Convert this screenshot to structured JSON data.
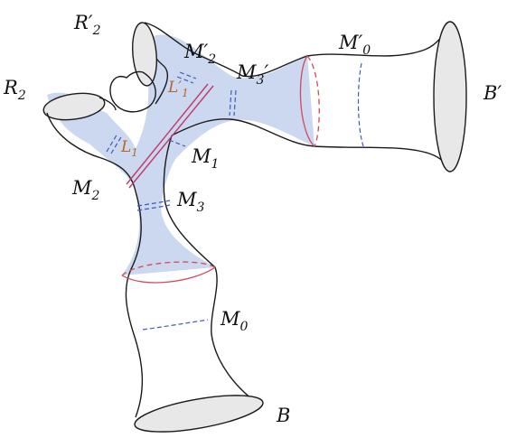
{
  "colors": {
    "shaded_region": "#c9d6ee",
    "outline": "#1a1a1a",
    "blue_cut": "#3b5bbf",
    "red_cut": "#d04a5a",
    "geodesic": "#c03a6a",
    "geodesic_label": "#b8622c",
    "boundary_fill": "#e8e8e8"
  },
  "labels": {
    "r2prime": {
      "main": "R′",
      "sub": "2"
    },
    "r2": {
      "main": "R",
      "sub": "2"
    },
    "m2prime": {
      "main": "M′",
      "sub": "2"
    },
    "m3prime": {
      "main": "M",
      "sub": "3",
      "post": "′"
    },
    "m0prime": {
      "main": "M′",
      "sub": "0"
    },
    "bprime": {
      "main": "B′"
    },
    "l1prime": {
      "main": "L′",
      "sub": "1"
    },
    "l1": {
      "main": "L",
      "sub": "1"
    },
    "m1": {
      "main": "M",
      "sub": "1"
    },
    "m2": {
      "main": "M",
      "sub": "2"
    },
    "m3": {
      "main": "M",
      "sub": "3"
    },
    "m0": {
      "main": "M",
      "sub": "0"
    },
    "b": {
      "main": "B"
    }
  }
}
